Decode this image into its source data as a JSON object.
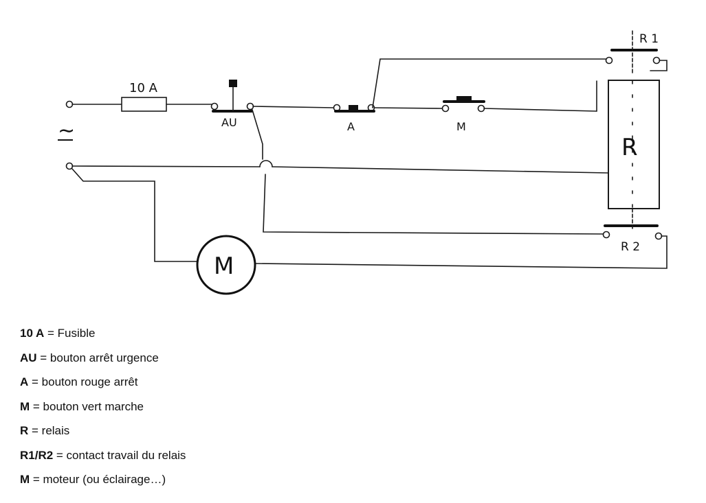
{
  "diagram": {
    "labels": {
      "fuse": "10 A",
      "emergency_stop": "AU",
      "stop": "A",
      "start": "M",
      "relay": "R",
      "contact1": "R 1",
      "contact2": "R 2",
      "motor": "M",
      "ac_symbol": "∼"
    }
  },
  "legend": [
    {
      "key": "10 A",
      "text": " = Fusible"
    },
    {
      "key": "AU",
      "text": " = bouton arrêt urgence"
    },
    {
      "key": "A",
      "text": " = bouton rouge arrêt"
    },
    {
      "key": "M",
      "text": " = bouton vert marche"
    },
    {
      "key": "R",
      "text": " = relais"
    },
    {
      "key": "R1/R2",
      "text": " = contact travail du relais"
    },
    {
      "key": "M",
      "text": " = moteur (ou éclairage…)"
    }
  ]
}
